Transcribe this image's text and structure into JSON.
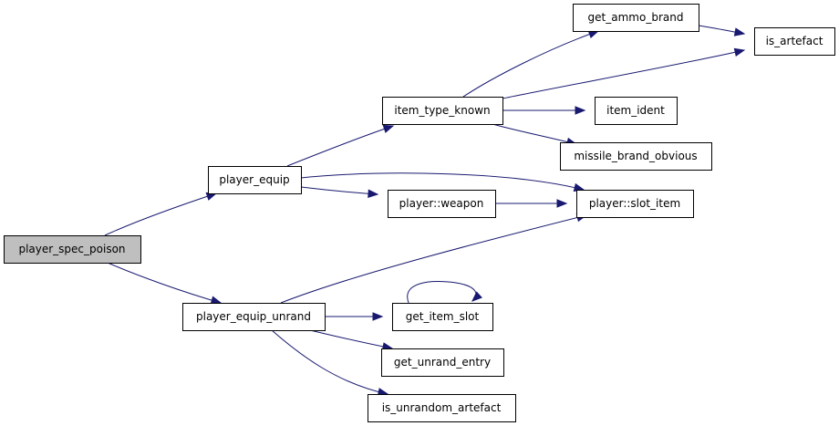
{
  "graph": {
    "edge_color": "#191970",
    "root_fill": "#bfbfbf",
    "nodes": [
      {
        "id": "player_spec_poison",
        "label": "player_spec_poison",
        "root": true
      },
      {
        "id": "player_equip",
        "label": "player_equip"
      },
      {
        "id": "player_equip_unrand",
        "label": "player_equip_unrand"
      },
      {
        "id": "item_type_known",
        "label": "item_type_known"
      },
      {
        "id": "player_weapon",
        "label": "player::weapon"
      },
      {
        "id": "player_slot_item",
        "label": "player::slot_item"
      },
      {
        "id": "get_ammo_brand",
        "label": "get_ammo_brand"
      },
      {
        "id": "is_artefact",
        "label": "is_artefact"
      },
      {
        "id": "item_ident",
        "label": "item_ident"
      },
      {
        "id": "missile_brand_obvious",
        "label": "missile_brand_obvious"
      },
      {
        "id": "get_item_slot",
        "label": "get_item_slot"
      },
      {
        "id": "get_unrand_entry",
        "label": "get_unrand_entry"
      },
      {
        "id": "is_unrandom_artefact",
        "label": "is_unrandom_artefact"
      }
    ],
    "edges": [
      {
        "from": "player_spec_poison",
        "to": "player_equip"
      },
      {
        "from": "player_spec_poison",
        "to": "player_equip_unrand"
      },
      {
        "from": "player_equip",
        "to": "item_type_known"
      },
      {
        "from": "player_equip",
        "to": "player_slot_item"
      },
      {
        "from": "player_equip",
        "to": "player_weapon"
      },
      {
        "from": "player_weapon",
        "to": "player_slot_item"
      },
      {
        "from": "item_type_known",
        "to": "get_ammo_brand"
      },
      {
        "from": "item_type_known",
        "to": "is_artefact"
      },
      {
        "from": "item_type_known",
        "to": "item_ident"
      },
      {
        "from": "item_type_known",
        "to": "missile_brand_obvious"
      },
      {
        "from": "get_ammo_brand",
        "to": "is_artefact"
      },
      {
        "from": "player_equip_unrand",
        "to": "player_slot_item"
      },
      {
        "from": "player_equip_unrand",
        "to": "get_item_slot"
      },
      {
        "from": "player_equip_unrand",
        "to": "get_unrand_entry"
      },
      {
        "from": "player_equip_unrand",
        "to": "is_unrandom_artefact"
      },
      {
        "from": "get_item_slot",
        "to": "get_item_slot"
      }
    ]
  }
}
